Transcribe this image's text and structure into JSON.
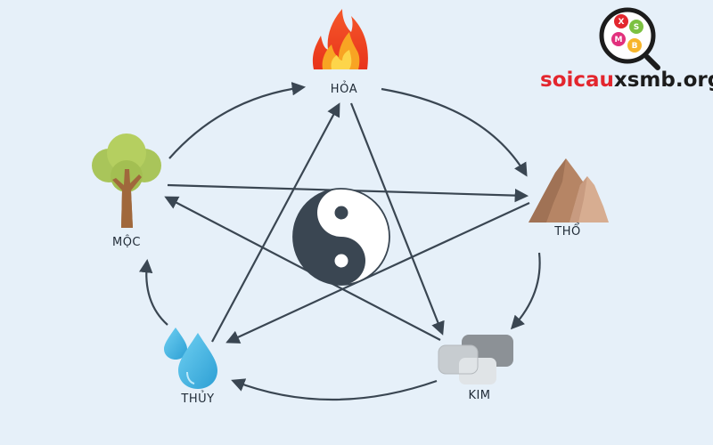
{
  "elements": {
    "hoa": "HỎA",
    "tho": "THỔ",
    "kim": "KIM",
    "thuy": "THỦY",
    "moc": "MỘC"
  },
  "logo": {
    "text_red": "soicau",
    "text_dark": "xsmb.org",
    "balls": [
      "X",
      "S",
      "M",
      "B"
    ]
  },
  "colors": {
    "background": "#e6f0f9",
    "arrow": "#3a4652",
    "logo_red": "#e3262e",
    "logo_dark": "#1c1c1c"
  }
}
